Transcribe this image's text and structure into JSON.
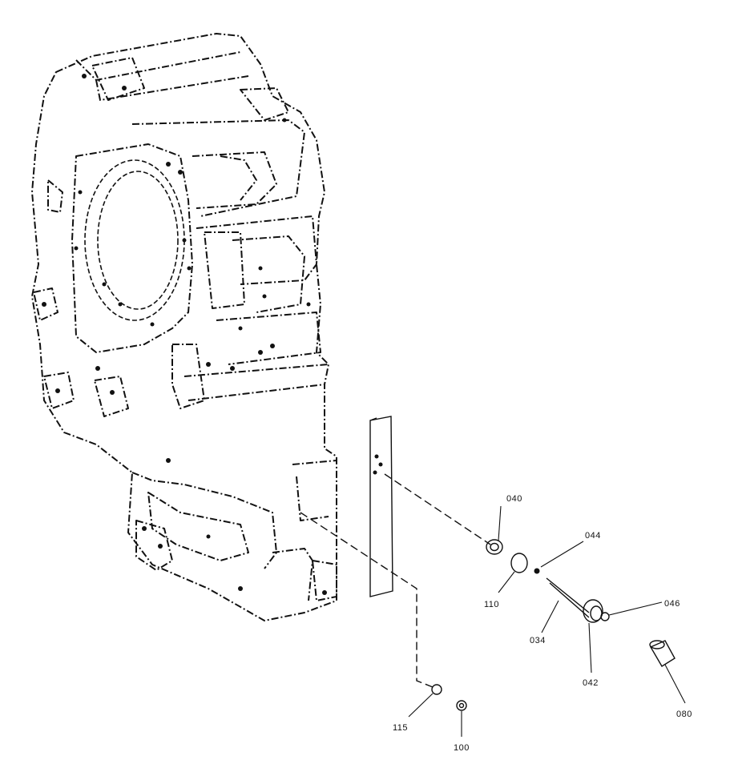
{
  "diagram": {
    "callouts": {
      "p040": "040",
      "p044": "044",
      "p110": "110",
      "p034": "034",
      "p046": "046",
      "p042": "042",
      "p080": "080",
      "p115": "115",
      "p100": "100"
    }
  }
}
